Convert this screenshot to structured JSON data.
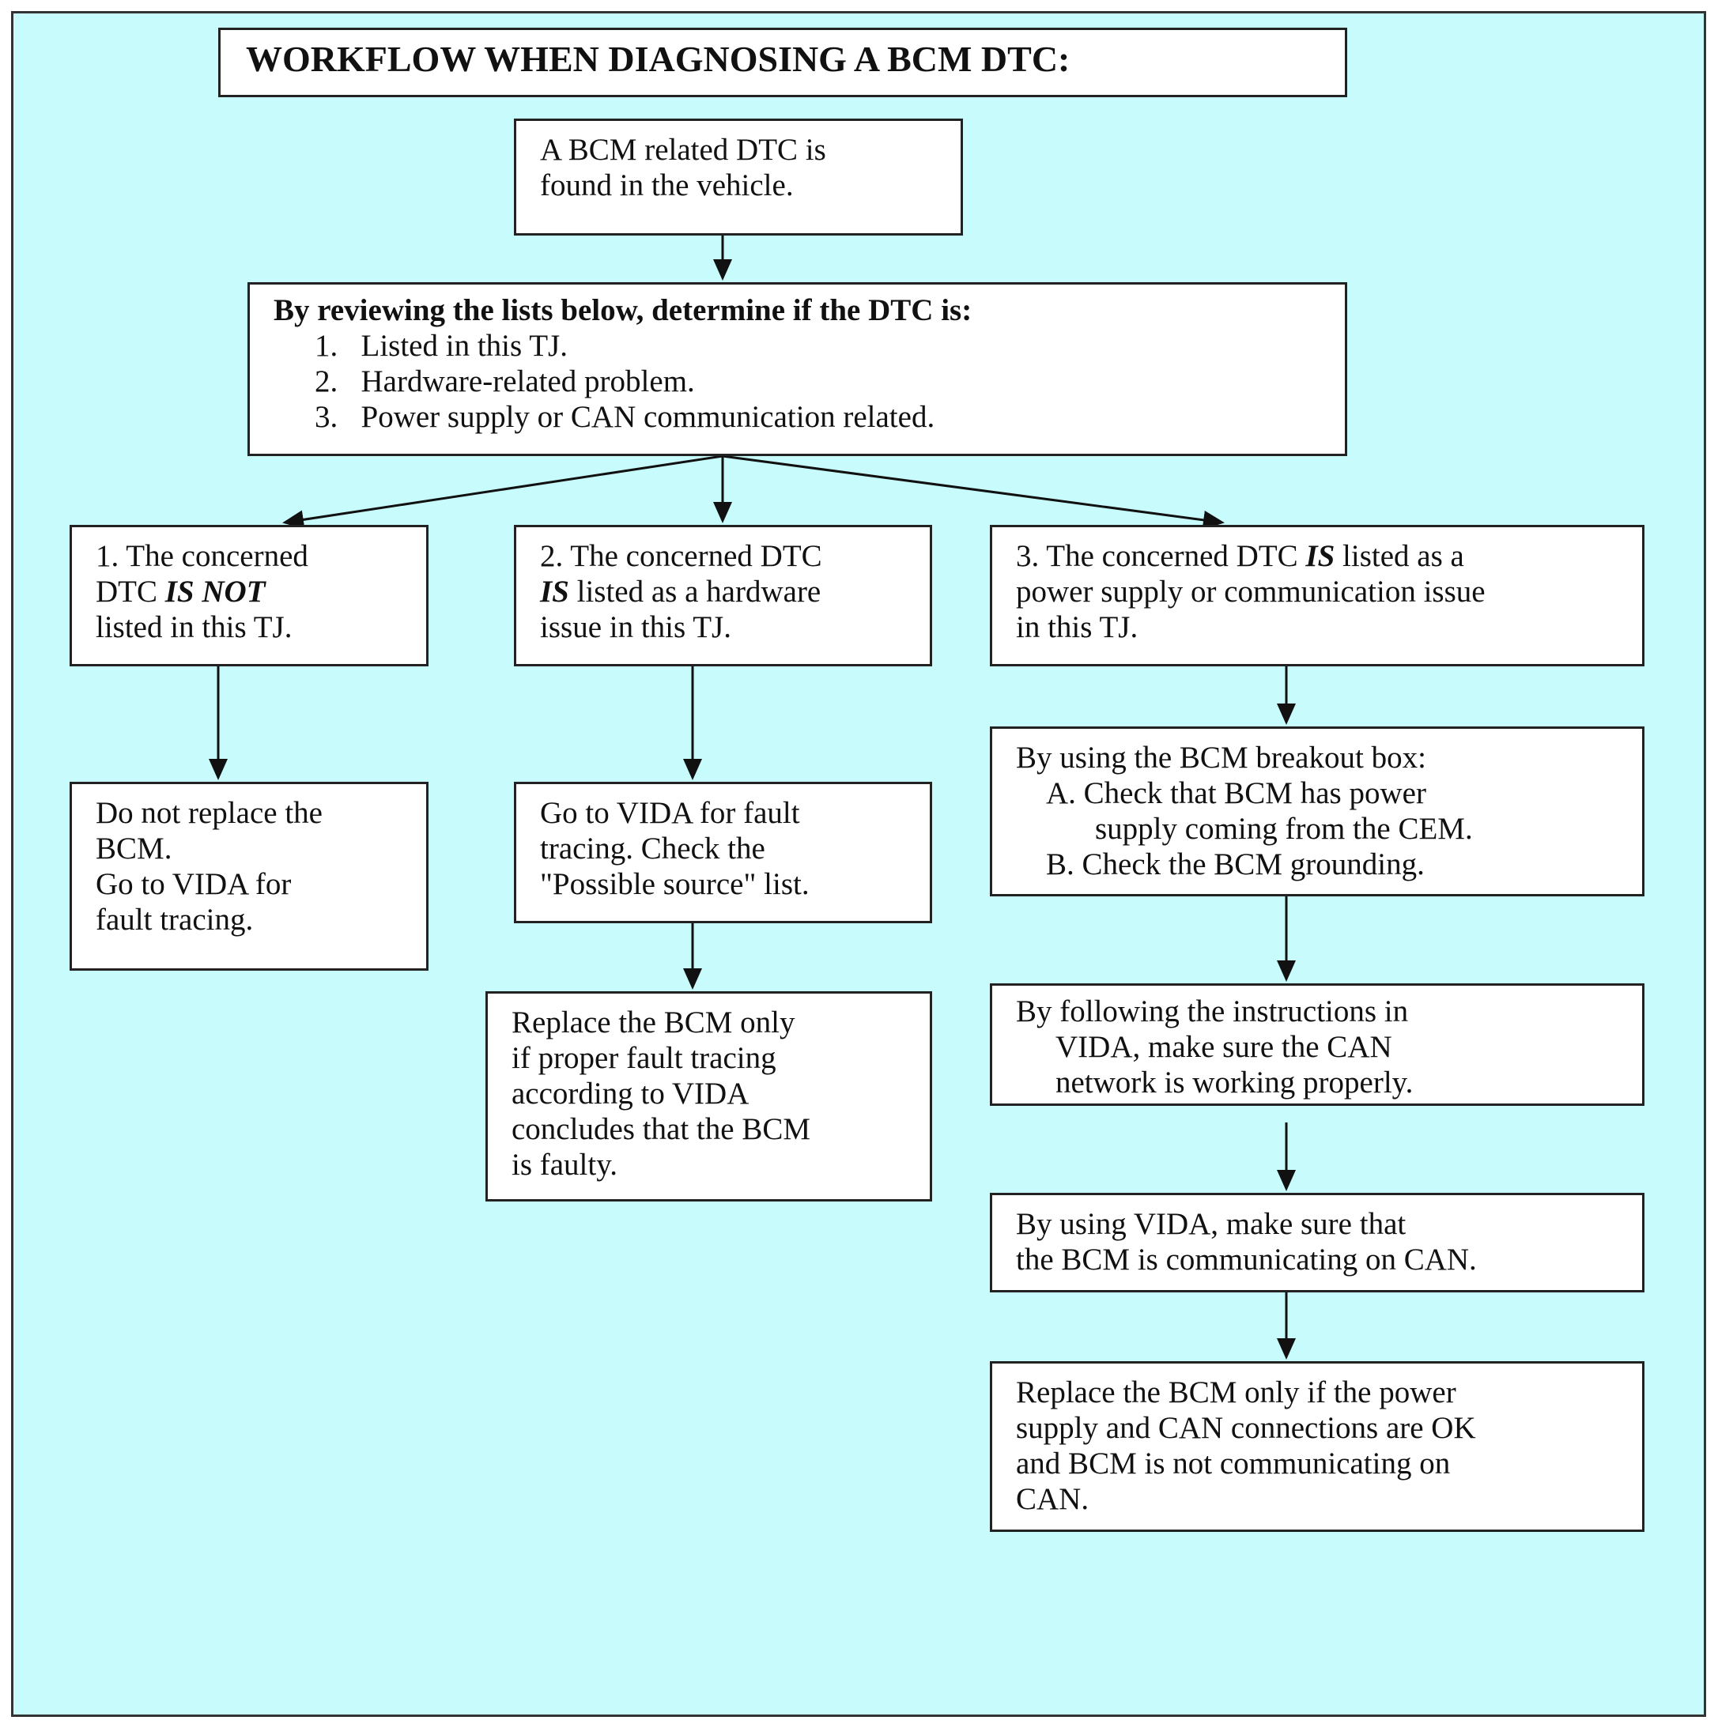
{
  "title": "WORKFLOW WHEN DIAGNOSING A BCM DTC:",
  "start": [
    "A BCM related DTC is",
    "found in the vehicle."
  ],
  "review": {
    "heading": "By reviewing the lists below, determine if the DTC is:",
    "items": [
      "1.   Listed in this TJ.",
      "2.   Hardware-related problem.",
      "3.   Power supply or CAN communication related."
    ]
  },
  "branch1": {
    "case": {
      "l1": "1. The concerned",
      "l2a": "DTC ",
      "l2b": "IS NOT",
      "l3": "listed in this TJ."
    },
    "action": [
      "Do not replace the",
      "BCM.",
      "Go to VIDA for",
      "fault tracing."
    ]
  },
  "branch2": {
    "case": {
      "l1": "2. The concerned DTC",
      "l2a": "IS",
      "l2b": " listed as a hardware",
      "l3": "issue in this TJ."
    },
    "action": [
      "Go to VIDA for fault",
      "tracing. Check the",
      "\"Possible source\" list."
    ],
    "replace": [
      "Replace the BCM only",
      "if proper fault tracing",
      "according to VIDA",
      "concludes that the BCM",
      "is faulty."
    ]
  },
  "branch3": {
    "case": {
      "l1a": "3. The concerned DTC ",
      "l1b": "IS",
      "l1c": " listed as a",
      "l2": "power supply or communication issue",
      "l3": "in this TJ."
    },
    "breakout": [
      "By using the BCM breakout box:",
      "A. Check that BCM has power",
      "supply coming from the CEM.",
      "B. Check the BCM grounding."
    ],
    "can_network": [
      "By following the instructions in",
      "VIDA, make sure the CAN",
      "network is working properly."
    ],
    "communicating": [
      "By using VIDA, make sure that",
      "the BCM is communicating on CAN."
    ],
    "replace": [
      "Replace the BCM only if the power",
      "supply and CAN connections are OK",
      "and BCM is not communicating on",
      "CAN."
    ]
  },
  "colors": {
    "background": "#c8fcfc",
    "box": "#ffffff",
    "line": "#111111"
  }
}
